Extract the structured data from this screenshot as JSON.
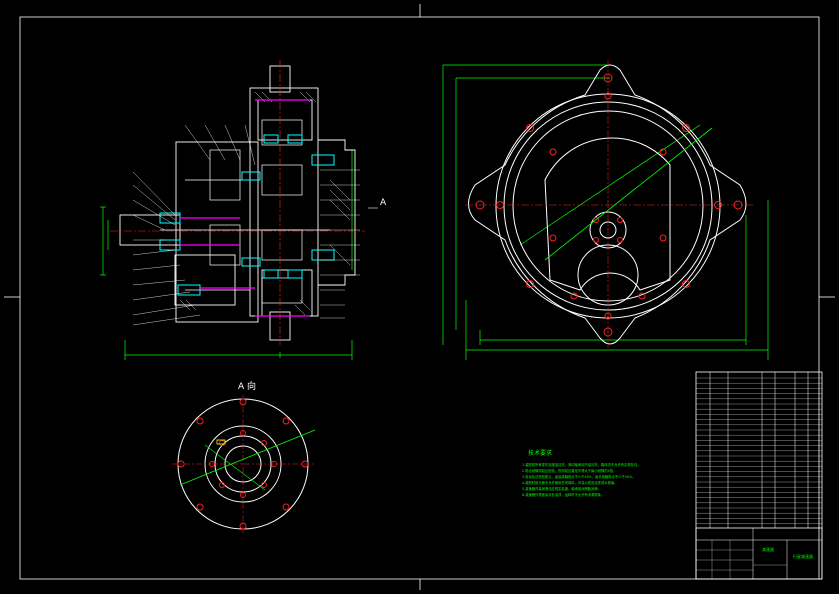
{
  "colors": {
    "background": "#000000",
    "frame": "#ffffff",
    "dimension": "#00ff00",
    "centerline": "#ff2020",
    "highlight": "#00ffff",
    "accent": "#ff00ff",
    "text_green": "#00ff00"
  },
  "views": {
    "section_label": "A",
    "view_a_title": "A 向"
  },
  "notes": {
    "title": "技术要求",
    "lines": [
      "1.装配前所有零件用煤油清洗，滚动轴承用汽油清洗，箱体内不允许有杂物存在。",
      "2.啮合侧隙用铅丝检验，所用铅丝直径不得大于最小侧隙的4倍。",
      "3.用涂色法检验斑点，齿高接触斑点不少于40%，齿长接触斑点不少于50%。",
      "4.装配时剖分面不允许使用任何填料，可涂以密封油漆或水玻璃。",
      "5.减速器内装润滑油至规定高度，轴承用润滑脂润滑。",
      "6.减速器外表面涂灰色油漆，运转时不允许有渗漏现象。"
    ]
  },
  "title_block": {
    "drawing_name": "减速器",
    "school": "行星减速器"
  }
}
